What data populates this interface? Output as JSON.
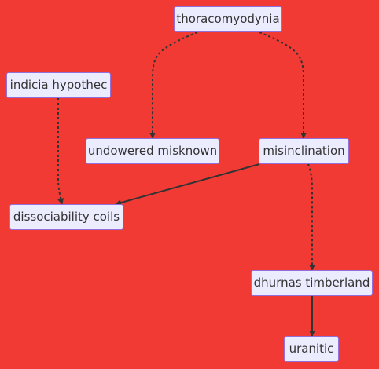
{
  "diagram": {
    "background_color": "#f23a35",
    "node_fill_color": "#ececff",
    "node_border_color": "#9370db",
    "edge_color": "#333333",
    "nodes": {
      "thoracomyodynia": "thoracomyodynia",
      "indicia_hypothec": "indicia hypothec",
      "undowered_misknown": "undowered misknown",
      "misinclination": "misinclination",
      "dissociability_coils": "dissociability coils",
      "dhurnas_timberland": "dhurnas timberland",
      "uranitic": "uranitic"
    },
    "edges": [
      {
        "from": "thoracomyodynia",
        "to": "undowered_misknown",
        "style": "dotted"
      },
      {
        "from": "thoracomyodynia",
        "to": "misinclination",
        "style": "dotted"
      },
      {
        "from": "indicia_hypothec",
        "to": "dissociability_coils",
        "style": "dotted"
      },
      {
        "from": "misinclination",
        "to": "dissociability_coils",
        "style": "solid"
      },
      {
        "from": "misinclination",
        "to": "dhurnas_timberland",
        "style": "dotted"
      },
      {
        "from": "dhurnas_timberland",
        "to": "uranitic",
        "style": "solid"
      }
    ]
  }
}
